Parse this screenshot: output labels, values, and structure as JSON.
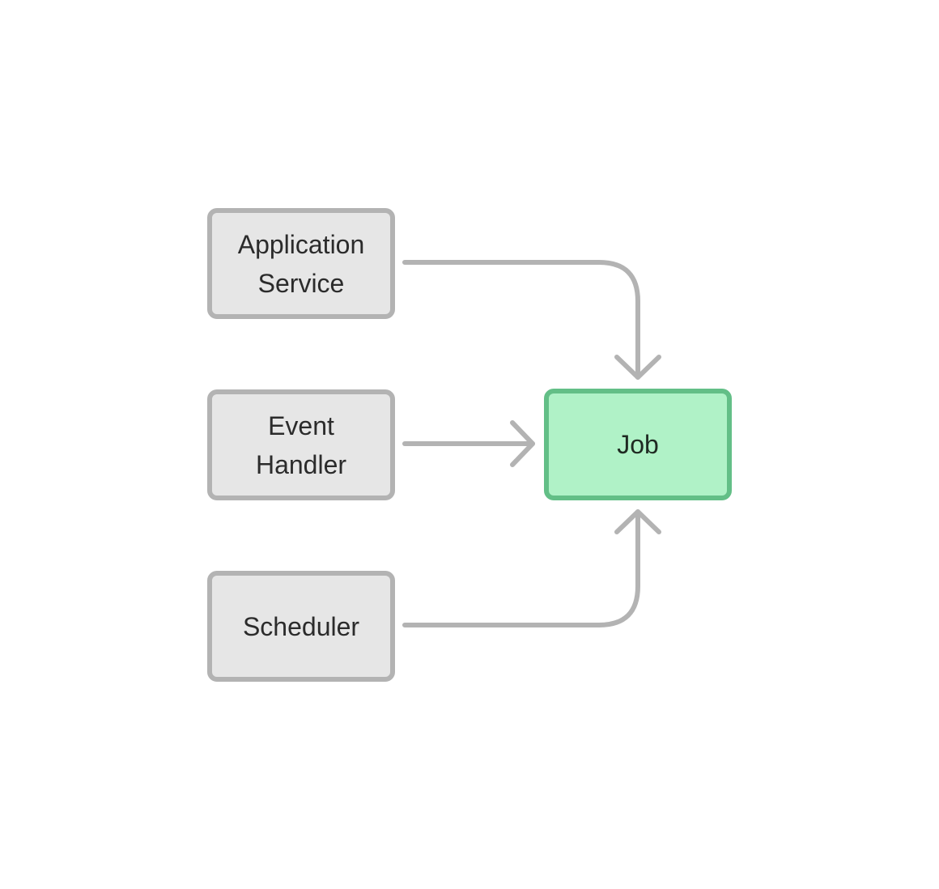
{
  "diagram": {
    "nodes": {
      "application_service": {
        "label": "Application\nService"
      },
      "event_handler": {
        "label": "Event\nHandler"
      },
      "scheduler": {
        "label": "Scheduler"
      },
      "job": {
        "label": "Job"
      }
    },
    "edges": [
      {
        "from": "Application Service",
        "to": "Job"
      },
      {
        "from": "Event Handler",
        "to": "Job"
      },
      {
        "from": "Scheduler",
        "to": "Job"
      }
    ]
  },
  "colors": {
    "source_node_fill": "#e6e6e6",
    "source_node_border": "#b3b3b3",
    "target_node_fill": "#b0f2c7",
    "target_node_border": "#63bf87",
    "edge": "#b3b3b3",
    "text": "#2b2b2b"
  }
}
